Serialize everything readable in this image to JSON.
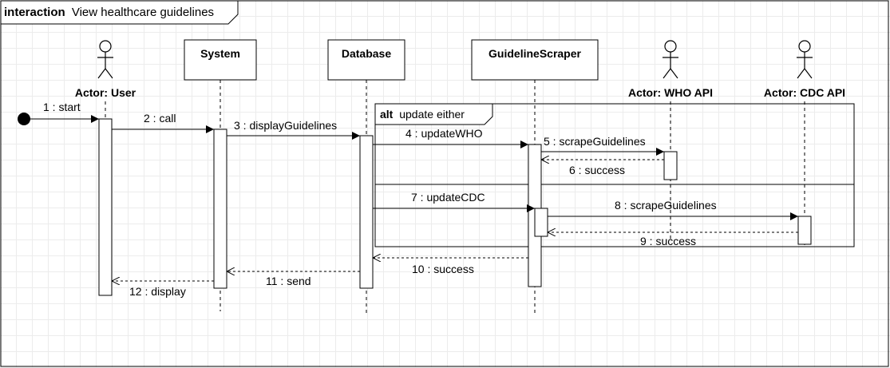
{
  "frame": {
    "keyword": "interaction",
    "title": "View healthcare guidelines"
  },
  "participants": [
    {
      "id": "user",
      "label": "Actor: User",
      "kind": "actor"
    },
    {
      "id": "system",
      "label": "System",
      "kind": "object"
    },
    {
      "id": "database",
      "label": "Database",
      "kind": "object"
    },
    {
      "id": "scraper",
      "label": "GuidelineScraper",
      "kind": "object"
    },
    {
      "id": "who",
      "label": "Actor: WHO API",
      "kind": "actor"
    },
    {
      "id": "cdc",
      "label": "Actor: CDC API",
      "kind": "actor"
    }
  ],
  "fragment": {
    "operator": "alt",
    "guard": "update either"
  },
  "messages": [
    {
      "label": "1 : start",
      "from": "found",
      "to": "user",
      "type": "sync"
    },
    {
      "label": "2 : call",
      "from": "user",
      "to": "system",
      "type": "sync"
    },
    {
      "label": "3 : displayGuidelines",
      "from": "system",
      "to": "database",
      "type": "sync"
    },
    {
      "label": "4 : updateWHO",
      "from": "database",
      "to": "scraper",
      "type": "sync"
    },
    {
      "label": "5 : scrapeGuidelines",
      "from": "scraper",
      "to": "who",
      "type": "sync"
    },
    {
      "label": "6 : success",
      "from": "who",
      "to": "scraper",
      "type": "reply"
    },
    {
      "label": "7 : updateCDC",
      "from": "database",
      "to": "scraper",
      "type": "sync"
    },
    {
      "label": "8 : scrapeGuidelines",
      "from": "scraper",
      "to": "cdc",
      "type": "sync"
    },
    {
      "label": "9 : success",
      "from": "cdc",
      "to": "scraper",
      "type": "reply"
    },
    {
      "label": "10 : success",
      "from": "scraper",
      "to": "database",
      "type": "reply"
    },
    {
      "label": "11 : send",
      "from": "database",
      "to": "system",
      "type": "reply"
    },
    {
      "label": "12 : display",
      "from": "system",
      "to": "user",
      "type": "reply"
    }
  ]
}
